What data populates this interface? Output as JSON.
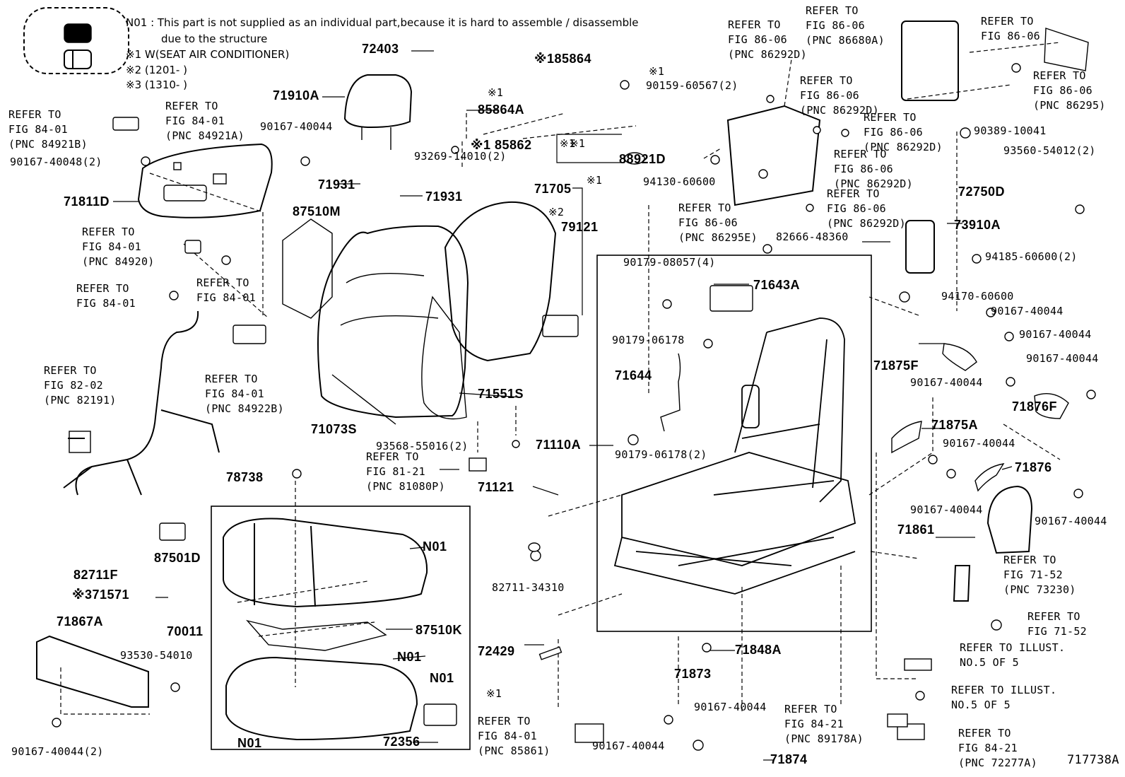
{
  "legend": {
    "n01": "N01 : This part is not supplied as an individual part,because it is hard to assemble / disassemble",
    "n01_cont": "due to the structure",
    "note1": "※1 W(SEAT AIR CONDITIONER)",
    "note2": "※2 (1201-        )",
    "note3": "※3 (1310-        )"
  },
  "figure_id": "717738A",
  "labels": [
    {
      "text": "72403",
      "kind": "pn"
    },
    {
      "text": "※185864",
      "kind": "pn"
    },
    {
      "text": "※1",
      "kind": "sm"
    },
    {
      "text": "85864A",
      "kind": "pn"
    },
    {
      "text": "※1 85862",
      "kind": "pn"
    },
    {
      "text": "※1",
      "kind": "sm"
    },
    {
      "text": "93269-14010(2)",
      "kind": "sm"
    },
    {
      "text": "※1",
      "kind": "sm"
    },
    {
      "text": "90159-60567(2)",
      "kind": "sm"
    },
    {
      "text": "※1",
      "kind": "sm"
    },
    {
      "text": "88921D",
      "kind": "pn"
    },
    {
      "text": "※1",
      "kind": "sm"
    },
    {
      "text": "94130-60600",
      "kind": "sm"
    },
    {
      "text": "71910A",
      "kind": "pn"
    },
    {
      "text": "90167-40044",
      "kind": "sm"
    },
    {
      "text": "REFER TO\nFIG 84-01\n(PNC 84921B)",
      "kind": "ref"
    },
    {
      "text": "REFER TO\nFIG 84-01\n(PNC 84921A)",
      "kind": "ref"
    },
    {
      "text": "90167-40048(2)",
      "kind": "sm"
    },
    {
      "text": "71811D",
      "kind": "pn"
    },
    {
      "text": "71931",
      "kind": "pn"
    },
    {
      "text": "71931",
      "kind": "pn"
    },
    {
      "text": "87510M",
      "kind": "pn"
    },
    {
      "text": "71705",
      "kind": "pn"
    },
    {
      "text": "※2",
      "kind": "sm"
    },
    {
      "text": "79121",
      "kind": "pn"
    },
    {
      "text": "REFER TO\nFIG 84-01\n(PNC 84920)",
      "kind": "ref"
    },
    {
      "text": "REFER TO\nFIG 84-01",
      "kind": "ref"
    },
    {
      "text": "REFER TO\nFIG 84-01",
      "kind": "ref"
    },
    {
      "text": "REFER TO\nFIG 82-02\n(PNC 82191)",
      "kind": "ref"
    },
    {
      "text": "REFER TO\nFIG 84-01\n(PNC 84922B)",
      "kind": "ref"
    },
    {
      "text": "71073S",
      "kind": "pn"
    },
    {
      "text": "71551S",
      "kind": "pn"
    },
    {
      "text": "93568-55016(2)",
      "kind": "sm"
    },
    {
      "text": "REFER TO\nFIG 81-21\n(PNC 81080P)",
      "kind": "ref"
    },
    {
      "text": "78738",
      "kind": "pn"
    },
    {
      "text": "87501D",
      "kind": "pn"
    },
    {
      "text": "82711F",
      "kind": "pn"
    },
    {
      "text": "※371571",
      "kind": "pn"
    },
    {
      "text": "71867A",
      "kind": "pn"
    },
    {
      "text": "93530-54010",
      "kind": "sm"
    },
    {
      "text": "90167-40044(2)",
      "kind": "sm"
    },
    {
      "text": "70011",
      "kind": "pn"
    },
    {
      "text": "N01",
      "kind": "pn"
    },
    {
      "text": "87510K",
      "kind": "pn"
    },
    {
      "text": "N01",
      "kind": "pn"
    },
    {
      "text": "N01",
      "kind": "pn"
    },
    {
      "text": "N01",
      "kind": "pn"
    },
    {
      "text": "72356",
      "kind": "pn"
    },
    {
      "text": "82711-34310",
      "kind": "sm"
    },
    {
      "text": "72429",
      "kind": "pn"
    },
    {
      "text": "※1",
      "kind": "sm"
    },
    {
      "text": "REFER TO\nFIG 84-01\n(PNC 85861)",
      "kind": "ref"
    },
    {
      "text": "71121",
      "kind": "pn"
    },
    {
      "text": "71110A",
      "kind": "pn"
    },
    {
      "text": "90179-08057(4)",
      "kind": "sm"
    },
    {
      "text": "71643A",
      "kind": "pn"
    },
    {
      "text": "90179-06178",
      "kind": "sm"
    },
    {
      "text": "71644",
      "kind": "pn"
    },
    {
      "text": "90179-06178(2)",
      "kind": "sm"
    },
    {
      "text": "71848A",
      "kind": "pn"
    },
    {
      "text": "71873",
      "kind": "pn"
    },
    {
      "text": "90167-40044",
      "kind": "sm"
    },
    {
      "text": "90167-40044",
      "kind": "sm"
    },
    {
      "text": "71874",
      "kind": "pn"
    },
    {
      "text": "REFER TO\nFIG 84-21\n(PNC 89178A)",
      "kind": "ref"
    },
    {
      "text": "REFER TO\nFIG 84-21\n(PNC 72277A)",
      "kind": "ref"
    },
    {
      "text": "REFER TO\nFIG 86-06\n(PNC 86292D)",
      "kind": "ref"
    },
    {
      "text": "REFER TO\nFIG 86-06\n(PNC 86680A)",
      "kind": "ref"
    },
    {
      "text": "REFER TO\nFIG 86-06",
      "kind": "ref"
    },
    {
      "text": "REFER TO\nFIG 86-06\n(PNC 86295)",
      "kind": "ref"
    },
    {
      "text": "REFER TO\nFIG 86-06\n(PNC 86292D)",
      "kind": "ref"
    },
    {
      "text": "REFER TO\nFIG 86-06\n(PNC 86292D)",
      "kind": "ref"
    },
    {
      "text": "REFER TO\nFIG 86-06\n(PNC 86292D)",
      "kind": "ref"
    },
    {
      "text": "REFER TO\nFIG 86-06\n(PNC 86292D)",
      "kind": "ref"
    },
    {
      "text": "REFER TO\nFIG 86-06\n(PNC 86295E)",
      "kind": "ref"
    },
    {
      "text": "90389-10041",
      "kind": "sm"
    },
    {
      "text": "93560-54012(2)",
      "kind": "sm"
    },
    {
      "text": "72750D",
      "kind": "pn"
    },
    {
      "text": "73910A",
      "kind": "pn"
    },
    {
      "text": "82666-48360",
      "kind": "sm"
    },
    {
      "text": "94185-60600(2)",
      "kind": "sm"
    },
    {
      "text": "94170-60600",
      "kind": "sm"
    },
    {
      "text": "90167-40044",
      "kind": "sm"
    },
    {
      "text": "90167-40044",
      "kind": "sm"
    },
    {
      "text": "90167-40044",
      "kind": "sm"
    },
    {
      "text": "71875F",
      "kind": "pn"
    },
    {
      "text": "90167-40044",
      "kind": "sm"
    },
    {
      "text": "71876F",
      "kind": "pn"
    },
    {
      "text": "71875A",
      "kind": "pn"
    },
    {
      "text": "90167-40044",
      "kind": "sm"
    },
    {
      "text": "71876",
      "kind": "pn"
    },
    {
      "text": "90167-40044",
      "kind": "sm"
    },
    {
      "text": "90167-40044",
      "kind": "sm"
    },
    {
      "text": "71861",
      "kind": "pn"
    },
    {
      "text": "REFER TO\nFIG 71-52\n(PNC 73230)",
      "kind": "ref"
    },
    {
      "text": "REFER TO\nFIG 71-52",
      "kind": "ref"
    },
    {
      "text": "REFER TO ILLUST.\nNO.5 OF 5",
      "kind": "ref"
    },
    {
      "text": "REFER TO ILLUST.\nNO.5 OF 5",
      "kind": "ref"
    }
  ]
}
